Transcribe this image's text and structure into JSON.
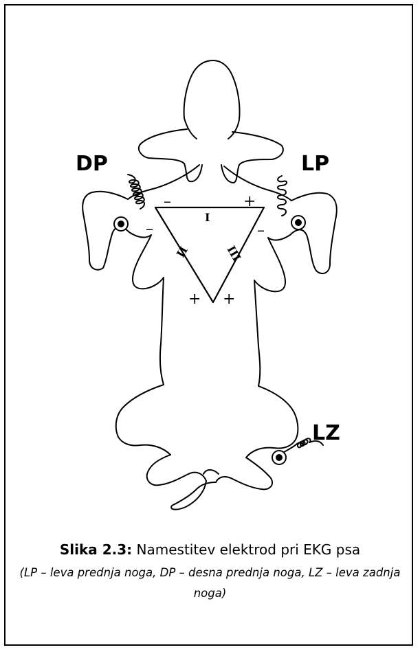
{
  "labels": {
    "right_front": "DP",
    "left_front": "LP",
    "left_hind": "LZ"
  },
  "leads": {
    "lead_1": "I",
    "lead_2": "II",
    "lead_3": "III"
  },
  "polarity": {
    "minus": "–",
    "plus": "+"
  },
  "caption": {
    "label": "Slika 2.3:",
    "title": " Namestitev elektrod pri EKG psa",
    "note": "(LP – leva prednja noga, DP – desna prednja noga, LZ – leva zadnja noga)"
  }
}
